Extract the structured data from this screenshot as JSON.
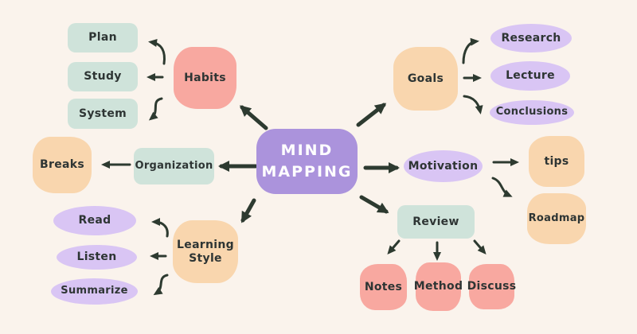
{
  "palette": {
    "background": "#faf3ec",
    "center_fill": "#ab93dc",
    "center_text": "#ffffff",
    "mint_fill": "#cfe3da",
    "salmon_fill": "#f8a8a0",
    "peach_fill": "#f9d6ae",
    "lavender_fill": "#d9c5f4",
    "arrow": "#2d3a30",
    "text": "#2e3534"
  },
  "mindmap": {
    "center": {
      "label": "MIND MAPPING",
      "line1": "MIND",
      "line2": "MAPPING"
    },
    "branches": [
      {
        "id": "habits",
        "label": "Habits",
        "children": [
          {
            "label": "Plan"
          },
          {
            "label": "Study"
          },
          {
            "label": "System"
          }
        ]
      },
      {
        "id": "goals",
        "label": "Goals",
        "children": [
          {
            "label": "Research"
          },
          {
            "label": "Lecture"
          },
          {
            "label": "Conclusions"
          }
        ]
      },
      {
        "id": "organization",
        "label": "Organization",
        "children": [
          {
            "label": "Breaks"
          }
        ]
      },
      {
        "id": "motivation",
        "label": "Motivation",
        "children": [
          {
            "label": "tips"
          },
          {
            "label": "Roadmap"
          }
        ]
      },
      {
        "id": "learning_style",
        "label": "Learning Style",
        "children": [
          {
            "label": "Read"
          },
          {
            "label": "Listen"
          },
          {
            "label": "Summarize"
          }
        ]
      },
      {
        "id": "review",
        "label": "Review",
        "children": [
          {
            "label": "Notes"
          },
          {
            "label": "Method"
          },
          {
            "label": "Discuss"
          }
        ]
      }
    ]
  }
}
